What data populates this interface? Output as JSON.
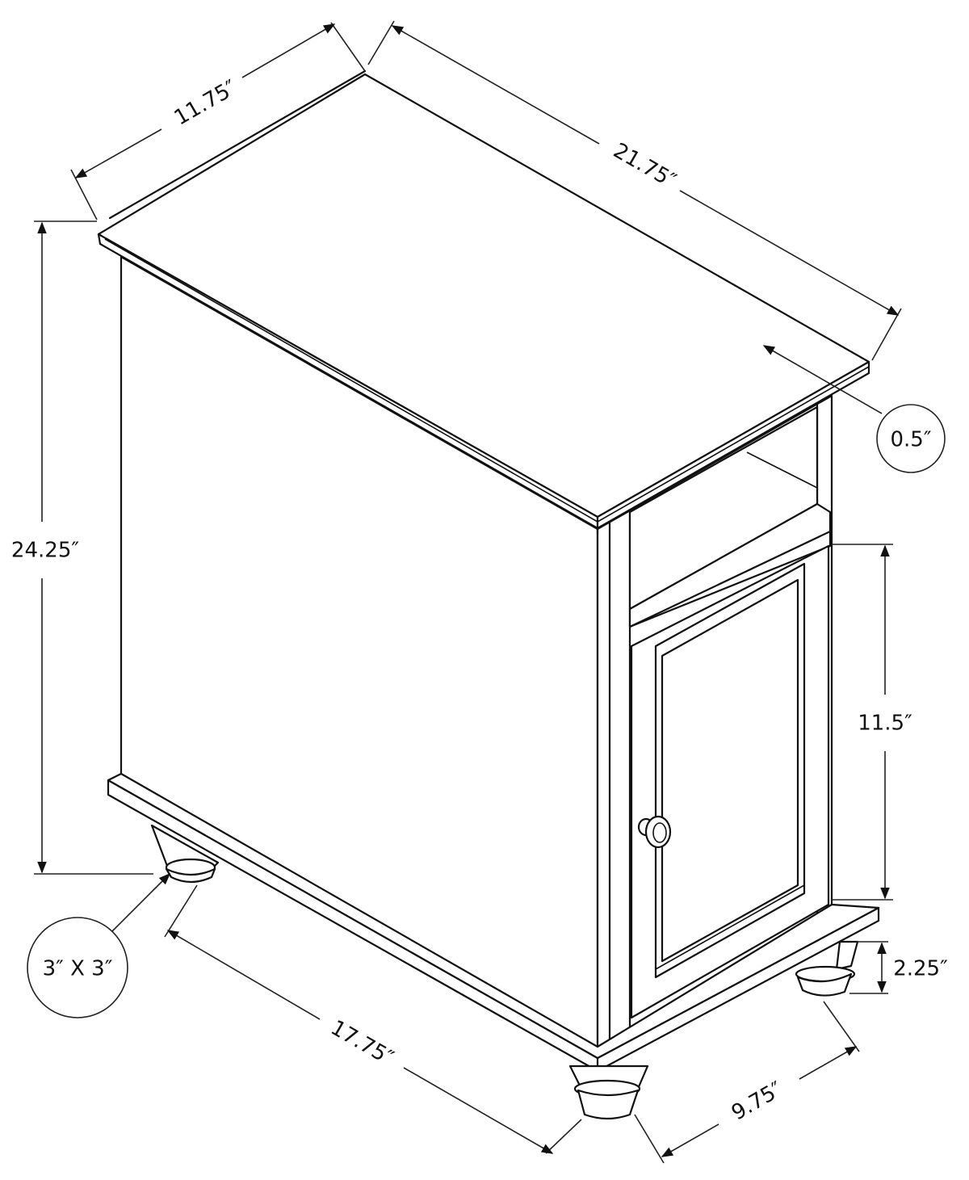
{
  "diagram": {
    "type": "furniture-dimension-drawing",
    "subject": "chairside end table cabinet with open shelf and door",
    "line_color": "#111111",
    "background": "#ffffff"
  },
  "dimensions": {
    "top_depth": "11.75″",
    "top_width": "21.75″",
    "overall_height": "24.25″",
    "top_thickness": "0.5″",
    "door_height": "11.5″",
    "leg_height": "2.25″",
    "leg_size": "3″ X 3″",
    "base_length": "17.75″",
    "base_depth": "9.75″"
  }
}
